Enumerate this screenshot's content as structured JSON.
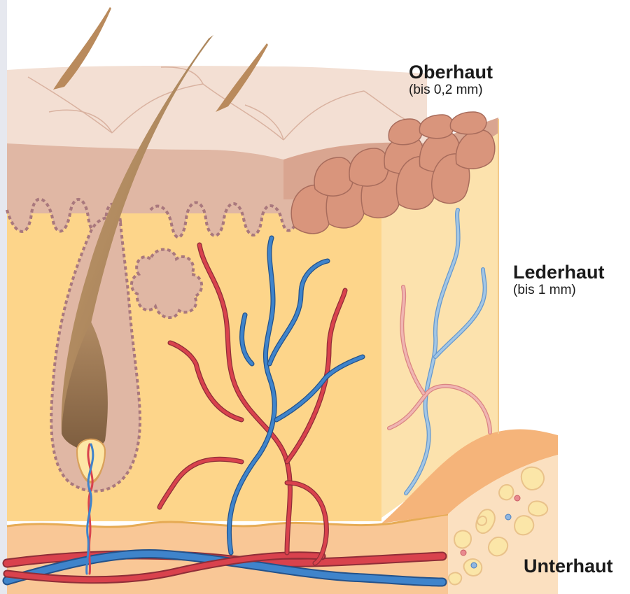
{
  "labels": {
    "oberhaut": {
      "name": "Oberhaut",
      "sub": "(bis 0,2 mm)"
    },
    "lederhaut": {
      "name": "Lederhaut",
      "sub": "(bis 1 mm)"
    },
    "unterhaut": {
      "name": "Unterhaut"
    }
  },
  "colors": {
    "background": "#ffffff",
    "left_frame": "#e6e8ef",
    "epidermis_top": "#f3dfd3",
    "epidermis_side": "#e0b7a4",
    "epidermis_fold": "#d9a590",
    "dermis_front": "#fdd58a",
    "dermis_side": "#fce2ad",
    "hypodermis": "#f9c796",
    "fat_cell": "#fbe6a8",
    "vein": "#3f84cb",
    "vein_light": "#9ec5e8",
    "artery": "#d9424d",
    "artery_light": "#e8a0a0",
    "hair": "#b98a5c",
    "dotted_border": "#a9787d"
  }
}
